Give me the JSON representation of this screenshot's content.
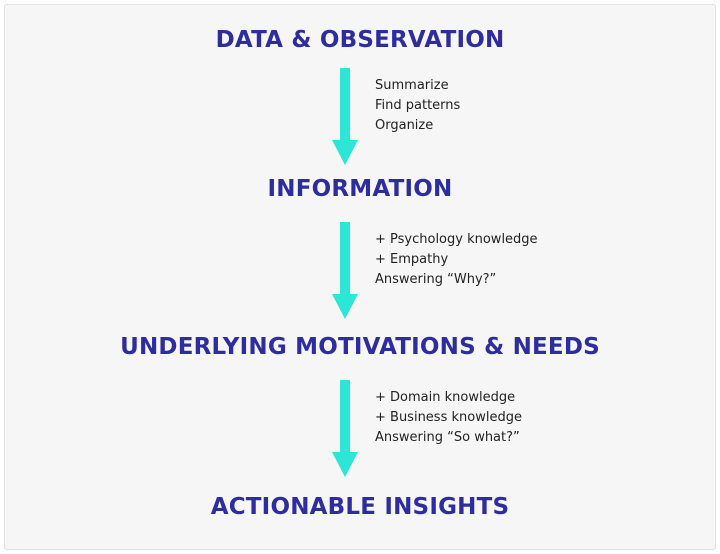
{
  "colors": {
    "title": "#2d2d9f",
    "arrow": "#2ee6d6",
    "text": "#222222",
    "background": "#f6f6f6"
  },
  "stages": [
    {
      "title": "DATA & OBSERVATION"
    },
    {
      "title": "INFORMATION"
    },
    {
      "title": "UNDERLYING MOTIVATIONS & NEEDS"
    },
    {
      "title": "ACTIONABLE INSIGHTS"
    }
  ],
  "transitions": [
    {
      "notes": [
        "Summarize",
        "Find patterns",
        "Organize"
      ]
    },
    {
      "notes": [
        "+ Psychology knowledge",
        "+ Empathy",
        "Answering “Why?”"
      ]
    },
    {
      "notes": [
        "+ Domain knowledge",
        "+ Business knowledge",
        "Answering “So what?”"
      ]
    }
  ]
}
